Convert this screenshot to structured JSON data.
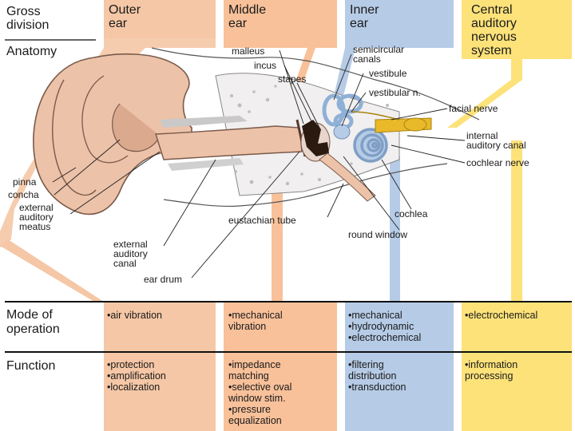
{
  "colors": {
    "outer": "#f5c7a6",
    "middle": "#f8c19a",
    "inner": "#b6cbe6",
    "cns": "#fde27a",
    "skin": "#ecc2a9",
    "skin_dark": "#7a5a4a",
    "bone": "#dcdcdc",
    "ossicle": "#2a1a10",
    "nerve": "#e9b92a"
  },
  "gross_division": "Gross\ndivision",
  "anatomy_label": "Anatomy",
  "columns": [
    {
      "title": "Outer\near"
    },
    {
      "title": "Middle\near"
    },
    {
      "title": "Inner\near"
    },
    {
      "title": "Central\nauditory\nnervous\nsystem"
    }
  ],
  "labels": {
    "malleus": "malleus",
    "incus": "incus",
    "stapes": "stapes",
    "semicircular": "semicircular\ncanals",
    "vestibule": "vestibule",
    "vestibular_n": "vestibular n.",
    "facial": "facial nerve",
    "internal_canal": "internal\nauditory canal",
    "cochlear_nerve": "cochlear nerve",
    "cochlea": "cochlea",
    "round_window": "round window",
    "eustachian": "eustachian tube",
    "pinna": "pinna",
    "concha": "concha",
    "meatus": "external\nauditory\nmeatus",
    "ext_canal": "external\nauditory\ncanal",
    "ear_drum": "ear drum"
  },
  "rows": [
    {
      "title": "Mode of\noperation",
      "cells": [
        "•air vibration",
        "•mechanical\nvibration",
        "•mechanical\n•hydrodynamic\n•electrochemical",
        "•electrochemical"
      ]
    },
    {
      "title": "Function",
      "cells": [
        "•protection\n•amplification\n•localization",
        "•impedance\nmatching\n•selective oval\nwindow stim.\n•pressure\nequalization",
        "•filtering\ndistribution\n•transduction",
        "•information\nprocessing"
      ]
    }
  ]
}
